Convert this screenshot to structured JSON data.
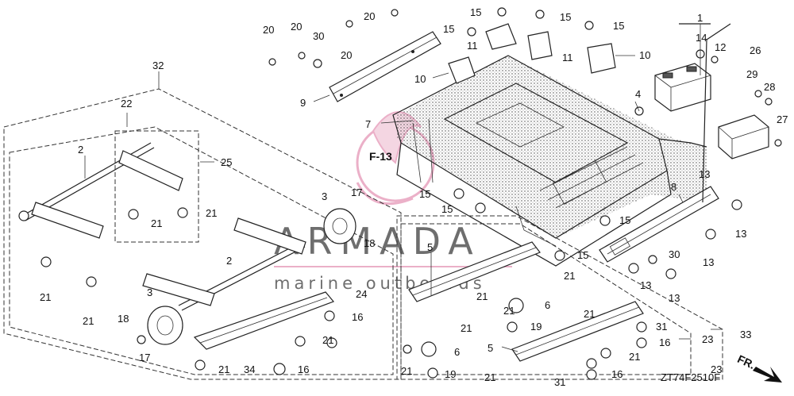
{
  "diagram": {
    "ref_code": "ZT74F2510F",
    "section_ref": "F-13",
    "direction_label": "FR.",
    "watermark": {
      "title": "ARMADA",
      "subtitle": "marine outboards"
    },
    "callouts": {
      "c1": "1",
      "c2a": "2",
      "c2b": "2",
      "c3a": "3",
      "c3b": "3",
      "c4": "4",
      "c5a": "5",
      "c5b": "5",
      "c6a": "6",
      "c6b": "6",
      "c7": "7",
      "c8": "8",
      "c9": "9",
      "c10a": "10",
      "c10b": "10",
      "c11a": "11",
      "c11b": "11",
      "c12": "12",
      "c13a": "13",
      "c13b": "13",
      "c13c": "13",
      "c13d": "13",
      "c13e": "13",
      "c14": "14",
      "c15a": "15",
      "c15b": "15",
      "c15c": "15",
      "c15d": "15",
      "c15e": "15",
      "c15f": "15",
      "c15g": "15",
      "c15h": "15",
      "c16a": "16",
      "c16b": "16",
      "c16c": "16",
      "c16d": "16",
      "c17a": "17",
      "c17b": "17",
      "c18a": "18",
      "c18b": "18",
      "c19a": "19",
      "c19b": "19",
      "c20a": "20",
      "c20b": "20",
      "c20c": "20",
      "c20d": "20",
      "c21a": "21",
      "c21b": "21",
      "c21c": "21",
      "c21d": "21",
      "c21e": "21",
      "c21f": "21",
      "c21g": "21",
      "c21h": "21",
      "c21i": "21",
      "c21j": "21",
      "c21k": "21",
      "c21l": "21",
      "c21m": "21",
      "c21n": "21",
      "c22": "22",
      "c23a": "23",
      "c23b": "23",
      "c24": "24",
      "c25": "25",
      "c26": "26",
      "c27": "27",
      "c28": "28",
      "c29": "29",
      "c30a": "30",
      "c30b": "30",
      "c31a": "31",
      "c31b": "31",
      "c32": "32",
      "c33": "33",
      "c34": "34"
    }
  }
}
